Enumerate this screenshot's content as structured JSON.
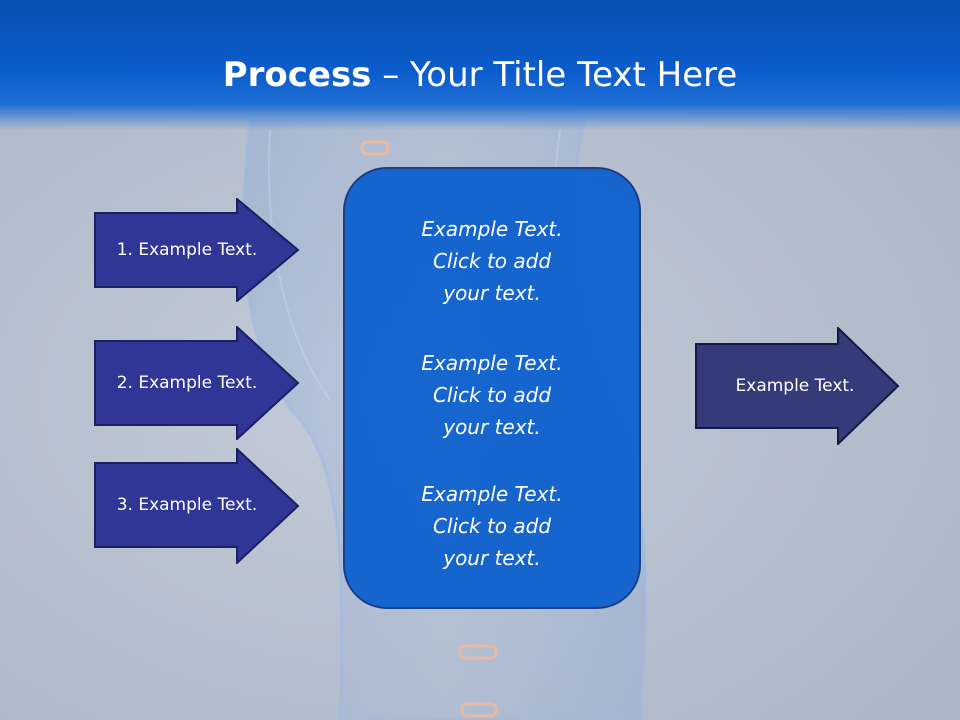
{
  "title": {
    "bold": "Process",
    "rest": " – Your Title Text Here"
  },
  "left_arrows": [
    {
      "label": "1. Example Text."
    },
    {
      "label": "2. Example Text."
    },
    {
      "label": "3. Example Text."
    }
  ],
  "center_box": {
    "paragraphs": [
      {
        "line1": "Example Text.",
        "line2": "Click  to add",
        "line3": "your text."
      },
      {
        "line1": "Example Text.",
        "line2": "Click  to add",
        "line3": "your text."
      },
      {
        "line1": "Example Text.",
        "line2": "Click  to add",
        "line3": "your text."
      }
    ]
  },
  "right_arrow": {
    "label": "Example Text."
  },
  "colors": {
    "header_blue": "#0b5ccc",
    "arrow_fill": "#2f3695",
    "right_arrow_fill": "#343b78",
    "center_box_fill": "#0e60ce"
  }
}
